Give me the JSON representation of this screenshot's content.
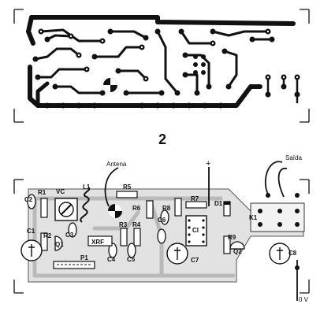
{
  "figure": {
    "number": "2"
  },
  "labels": {
    "antenna": "Antena",
    "output": "Saída",
    "ground": "0 V",
    "plus": "+",
    "minus": "−",
    "C1": "C1",
    "C2": "C2",
    "C3": "C3",
    "C4": "C4",
    "C5": "C5",
    "C6": "C6",
    "C7": "C7",
    "C8": "C8",
    "R1": "R1",
    "R2": "R2",
    "R3": "R3",
    "R4": "R4",
    "R5": "R5",
    "R6": "R6",
    "R7": "R7",
    "R8": "R8",
    "R9": "R9",
    "VC": "VC",
    "L1": "L1",
    "Q1": "Q1",
    "Q2": "Q2",
    "P1": "P1",
    "XRF": "XRF",
    "CI": "CI",
    "D1": "D1",
    "K1": "K1"
  }
}
